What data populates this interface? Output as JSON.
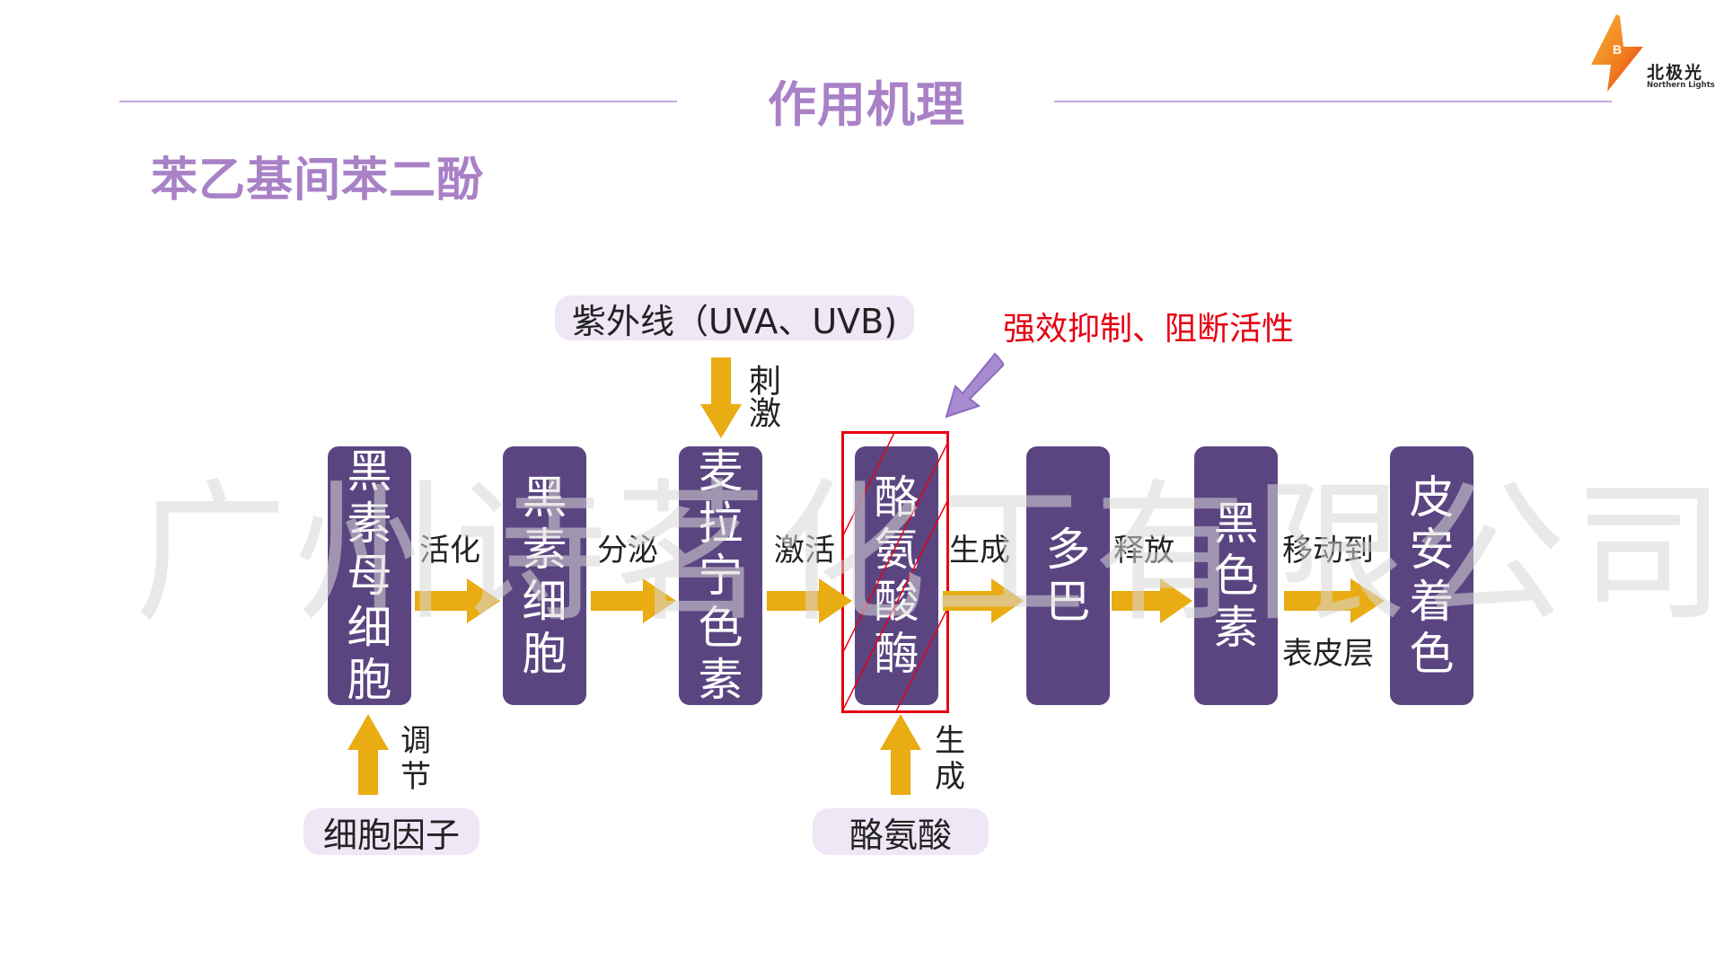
{
  "logo": {
    "name_cn": "北极光",
    "name_en": "Northern Lights",
    "badge_letter": "B"
  },
  "header": {
    "title": "作用机理"
  },
  "subtitle": "苯乙基间苯二酚",
  "diagram": {
    "top_input": {
      "label": "紫外线（UVA、UVB)",
      "arrow_label": "刺激"
    },
    "inhibit_note": "强效抑制、阻断活性",
    "boxes": [
      {
        "label": [
          "黑",
          "素",
          "母",
          "细",
          "胞"
        ]
      },
      {
        "label": [
          "黑",
          "素",
          "细",
          "胞"
        ]
      },
      {
        "label": [
          "麦",
          "拉",
          "宁",
          "色",
          "素"
        ]
      },
      {
        "label": [
          "酪",
          "氨",
          "酸",
          "酶"
        ]
      },
      {
        "label": [
          "多",
          "巴"
        ]
      },
      {
        "label": [
          "黑",
          "色",
          "素"
        ]
      },
      {
        "label": [
          "皮",
          "安",
          "着",
          "色"
        ]
      }
    ],
    "arrows": [
      {
        "top_label": "活化"
      },
      {
        "top_label": "分泌"
      },
      {
        "top_label": "激活"
      },
      {
        "top_label": "生成"
      },
      {
        "top_label": "释放"
      },
      {
        "top_label": "移动到",
        "bottom_label": "表皮层"
      }
    ],
    "bottom_inputs": [
      {
        "label": "细胞因子",
        "arrow_label": [
          "调",
          "节"
        ]
      },
      {
        "label": "酪氨酸",
        "arrow_label": [
          "生",
          "成"
        ]
      }
    ],
    "highlight_box_index": 3
  },
  "watermark": "广州诗茗化工有限公司",
  "colors": {
    "box": "#5b4581",
    "arrow": "#e9ac12",
    "heading": "#a981c6",
    "highlight": "#e60012",
    "pill": "#efe6f6"
  }
}
